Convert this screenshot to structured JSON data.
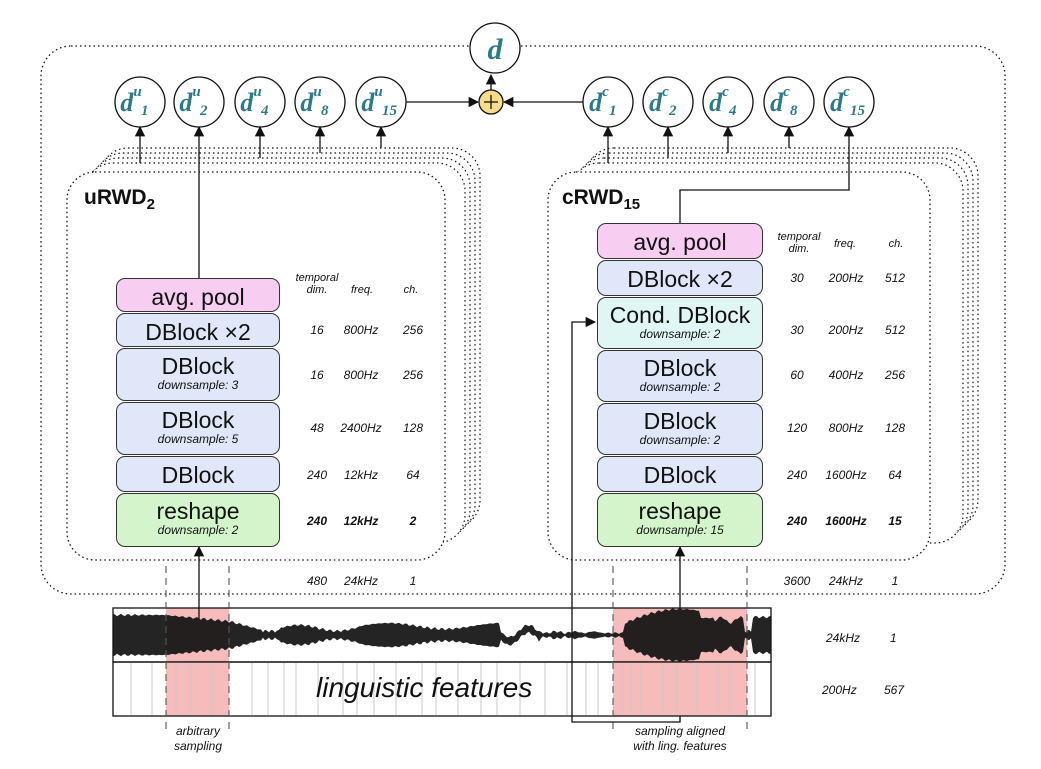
{
  "nodes": {
    "output": "d",
    "u_nodes": [
      {
        "base": "d",
        "sup": "u",
        "sub": "1"
      },
      {
        "base": "d",
        "sup": "u",
        "sub": "2"
      },
      {
        "base": "d",
        "sup": "u",
        "sub": "4"
      },
      {
        "base": "d",
        "sup": "u",
        "sub": "8"
      },
      {
        "base": "d",
        "sup": "u",
        "sub": "15"
      }
    ],
    "c_nodes": [
      {
        "base": "d",
        "sup": "c",
        "sub": "1"
      },
      {
        "base": "d",
        "sup": "c",
        "sub": "2"
      },
      {
        "base": "d",
        "sup": "c",
        "sub": "4"
      },
      {
        "base": "d",
        "sup": "c",
        "sub": "8"
      },
      {
        "base": "d",
        "sup": "c",
        "sub": "15"
      }
    ]
  },
  "left": {
    "title": "uRWD",
    "title_sub": "2",
    "headers": {
      "temporal": "temporal",
      "temporal2": "dim.",
      "freq": "freq.",
      "ch": "ch."
    },
    "blocks": [
      {
        "label": "avg. pool",
        "sub": ""
      },
      {
        "label": "DBlock ×2",
        "sub": ""
      },
      {
        "label": "DBlock",
        "sub": "downsample: 3"
      },
      {
        "label": "DBlock",
        "sub": "downsample: 5"
      },
      {
        "label": "DBlock",
        "sub": ""
      },
      {
        "label": "reshape",
        "sub": "downsample: 2"
      }
    ],
    "rows": [
      {
        "t": "16",
        "f": "800Hz",
        "c": "256"
      },
      {
        "t": "16",
        "f": "800Hz",
        "c": "256"
      },
      {
        "t": "48",
        "f": "2400Hz",
        "c": "128"
      },
      {
        "t": "240",
        "f": "12kHz",
        "c": "64"
      },
      {
        "t": "240",
        "f": "12kHz",
        "c": "2"
      },
      {
        "t": "480",
        "f": "24kHz",
        "c": "1"
      }
    ]
  },
  "right": {
    "title": "cRWD",
    "title_sub": "15",
    "headers": {
      "temporal": "temporal",
      "temporal2": "dim.",
      "freq": "freq.",
      "ch": "ch."
    },
    "blocks": [
      {
        "label": "avg. pool",
        "sub": ""
      },
      {
        "label": "DBlock ×2",
        "sub": ""
      },
      {
        "label": "Cond. DBlock",
        "sub": "downsample: 2"
      },
      {
        "label": "DBlock",
        "sub": "downsample: 2"
      },
      {
        "label": "DBlock",
        "sub": "downsample: 2"
      },
      {
        "label": "DBlock",
        "sub": ""
      },
      {
        "label": "reshape",
        "sub": "downsample: 15"
      }
    ],
    "rows": [
      {
        "t": "30",
        "f": "200Hz",
        "c": "512"
      },
      {
        "t": "30",
        "f": "200Hz",
        "c": "512"
      },
      {
        "t": "60",
        "f": "400Hz",
        "c": "256"
      },
      {
        "t": "120",
        "f": "800Hz",
        "c": "128"
      },
      {
        "t": "240",
        "f": "1600Hz",
        "c": "64"
      },
      {
        "t": "240",
        "f": "1600Hz",
        "c": "15"
      },
      {
        "t": "3600",
        "f": "24kHz",
        "c": "1"
      }
    ]
  },
  "inputs": {
    "waveform": {
      "f": "24kHz",
      "c": "1"
    },
    "ling_label": "linguistic features",
    "ling": {
      "f": "200Hz",
      "c": "567"
    }
  },
  "notes": {
    "arbitrary": [
      "arbitrary",
      "sampling"
    ],
    "aligned": [
      "sampling aligned",
      "with ling. features"
    ]
  },
  "colors": {
    "node_text": "#2c7a86",
    "pool": "#f7cdf2",
    "dblock": "#dfe7f8",
    "cond": "#e0f6f4",
    "reshape": "#d4f5cc",
    "sum": "#f8dc8c",
    "highlight": "#f6bcbc"
  }
}
